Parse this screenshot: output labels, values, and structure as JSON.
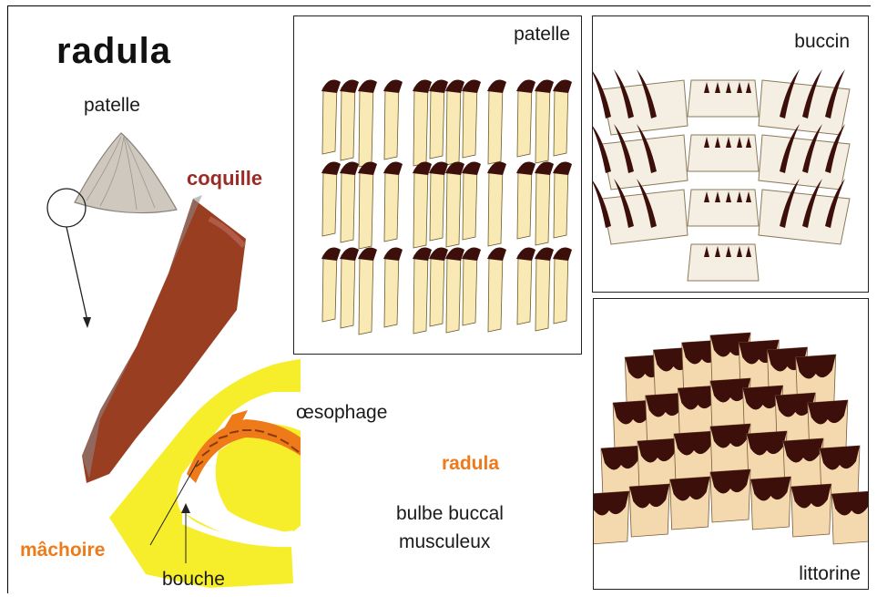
{
  "title": "radula",
  "left_diagram": {
    "species_label": "patelle",
    "labels": {
      "coquille": "coquille",
      "oesophage": "œsophage",
      "radula": "radula",
      "bulbe_line1": "bulbe buccal",
      "bulbe_line2": "musculeux",
      "machoire": "mâchoire",
      "bouche": "bouche"
    }
  },
  "panels": {
    "patelle": "patelle",
    "buccin": "buccin",
    "littorine": "littorine"
  },
  "colors": {
    "yellow": "#f6ee2a",
    "shell_brown": "#9a3e22",
    "tooth_cream": "#f9eab5",
    "tooth_dark": "#3d0f0a",
    "orange": "#ef7a1a",
    "label_red": "#9b2b26"
  }
}
